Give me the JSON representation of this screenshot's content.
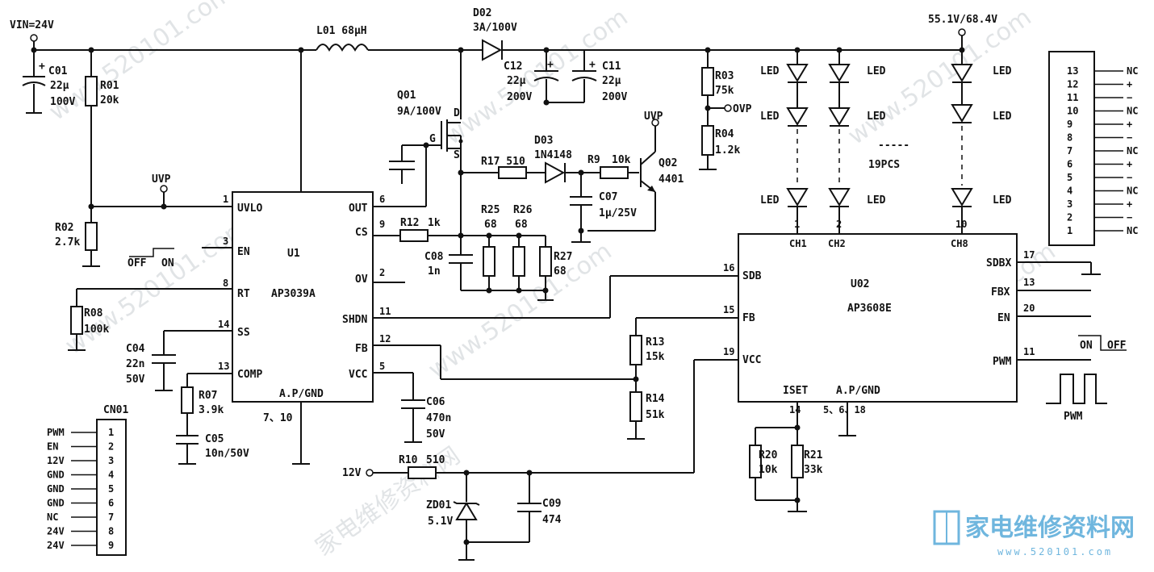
{
  "watermark": {
    "site_text": "www.520101.com",
    "brand_cn": "家电维修资料网",
    "logo_cn": "家电维修资料网",
    "logo_url": "www.520101.com",
    "brand_color": "#6fb6de"
  },
  "labels": {
    "vin": "VIN=24V",
    "vout": "55.1V/68.4V",
    "l01": "L01 68μH",
    "d02": "D02",
    "d02v": "3A/100V",
    "c01": "C01",
    "c01a": "22μ",
    "c01b": "100V",
    "r01": "R01",
    "r01v": "20k",
    "c12": "C12",
    "c12a": "22μ",
    "c12b": "200V",
    "c11": "C11",
    "c11a": "22μ",
    "c11b": "200V",
    "r03": "R03",
    "r03v": "75k",
    "ovp": "OVP",
    "r04": "R04",
    "r04v": "1.2k",
    "q01": "Q01",
    "q01v": "9A/100V",
    "d": "D",
    "g": "G",
    "s": "S",
    "uvp_top": "UVP",
    "d03": "D03",
    "d03v": "1N4148",
    "r17": "R17 510",
    "r9": "R9",
    "r9v": "10k",
    "q02": "Q02",
    "q02v": "4401",
    "c07": "C07",
    "c07v": "1μ/25V",
    "uvp_left": "UVP",
    "r02": "R02",
    "r02v": "2.7k",
    "off": "OFF",
    "on": "ON",
    "r08": "R08",
    "r08v": "100k",
    "c04": "C04",
    "c04a": "22n",
    "c04b": "50V",
    "r07": "R07",
    "r07v": "3.9k",
    "c05": "C05",
    "c05v": "10n/50V",
    "u1": "U1",
    "u1v": "AP3039A",
    "u1gnd": "A.P/GND",
    "u1gndpins": "7、10",
    "r12": "R12",
    "r12v": "1k",
    "r25": "R25",
    "r25v": "68",
    "r26": "R26",
    "r26v": "68",
    "r27": "R27",
    "r27v": "68",
    "c08": "C08",
    "c08v": "1n",
    "c06": "C06",
    "c06a": "470n",
    "c06b": "50V",
    "r13": "R13",
    "r13v": "15k",
    "r14": "R14",
    "r14v": "51k",
    "v12": "12V",
    "r10": "R10",
    "r10v": "510",
    "zd01": "ZD01",
    "zd01v": "5.1V",
    "c09": "C09",
    "c09v": "474",
    "u02": "U02",
    "u02v": "AP3608E",
    "iset": "ISET",
    "u02gnd": "A.P/GND",
    "u02gndpins": "5、6、18",
    "r20": "R20",
    "r20v": "10k",
    "r21": "R21",
    "r21v": "33k",
    "led": "LED",
    "pcs": "19PCS",
    "ch1": "CH1",
    "ch2": "CH2",
    "ch8": "CH8",
    "pwm_wave": "PWM",
    "on2": "ON",
    "off2": "OFF",
    "dashes": "-----"
  },
  "u1_pins": {
    "uvlo": "UVLO",
    "en": "EN",
    "rt": "RT",
    "ss": "SS",
    "comp": "COMP",
    "out": "OUT",
    "cs": "CS",
    "ov": "OV",
    "shdn": "SHDN",
    "fb": "FB",
    "vcc": "VCC",
    "n1": "1",
    "n3": "3",
    "n8": "8",
    "n14": "14",
    "n13": "13",
    "n6": "6",
    "n9": "9",
    "n2": "2",
    "n11": "11",
    "n12": "12",
    "n5": "5"
  },
  "u02_pins": {
    "sdb": "SDB",
    "fb": "FB",
    "vcc": "VCC",
    "sdbx": "SDBX",
    "fbx": "FBX",
    "en": "EN",
    "pwm": "PWM",
    "n16": "16",
    "n15": "15",
    "n19": "19",
    "n17": "17",
    "n13": "13",
    "n20": "20",
    "n11": "11",
    "n14": "14",
    "c1": "1",
    "c2": "2",
    "c10": "10"
  },
  "cn01": {
    "title": "CN01",
    "signals": [
      "PWM",
      "EN",
      "12V",
      "GND",
      "GND",
      "GND",
      "NC",
      "24V",
      "24V"
    ],
    "pins": [
      "1",
      "2",
      "3",
      "4",
      "5",
      "6",
      "7",
      "8",
      "9"
    ]
  },
  "right_connector": {
    "pins": [
      "13",
      "12",
      "11",
      "10",
      "9",
      "8",
      "7",
      "6",
      "5",
      "4",
      "3",
      "2",
      "1"
    ],
    "signals": [
      "NC",
      "+",
      "−",
      "NC",
      "+",
      "−",
      "NC",
      "+",
      "−",
      "NC",
      "+",
      "−",
      "NC"
    ]
  }
}
